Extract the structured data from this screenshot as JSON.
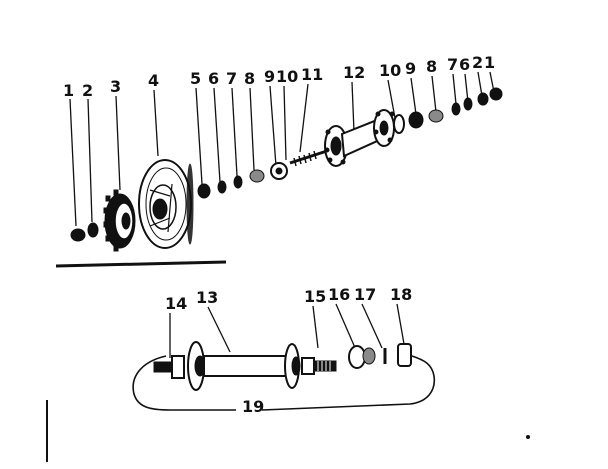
{
  "upper_assembly": {
    "labels": [
      "1",
      "2",
      "3",
      "4",
      "5",
      "6",
      "7",
      "8",
      "9",
      "10",
      "11",
      "12",
      "10",
      "9",
      "8",
      "7",
      "6",
      "2",
      "1"
    ]
  },
  "lower_assembly": {
    "labels": [
      "14",
      "13",
      "15",
      "16",
      "17",
      "18",
      "19"
    ]
  },
  "colors": {
    "ink": "#111111",
    "paper": "#ffffff",
    "shade": "#8a8a8a"
  }
}
